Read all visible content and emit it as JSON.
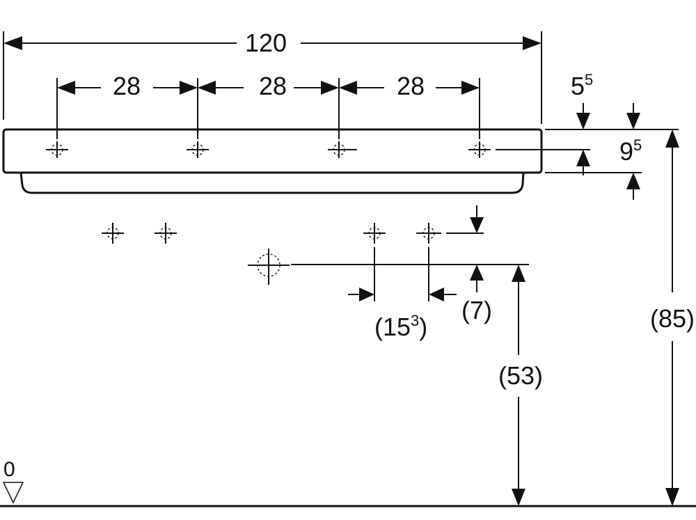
{
  "drawing": {
    "overall_width": "120",
    "tap_spacing": [
      "28",
      "28",
      "28"
    ],
    "rim_offset": {
      "base": "5",
      "sup": "5"
    },
    "rim_height": {
      "base": "9",
      "sup": "5"
    },
    "overall_height": "(85)",
    "drain_height": "(53)",
    "drain_offset": "(7)",
    "drain_spacing": {
      "open": "(15",
      "sup": "3",
      "close": ")"
    },
    "floor_level": "0"
  }
}
